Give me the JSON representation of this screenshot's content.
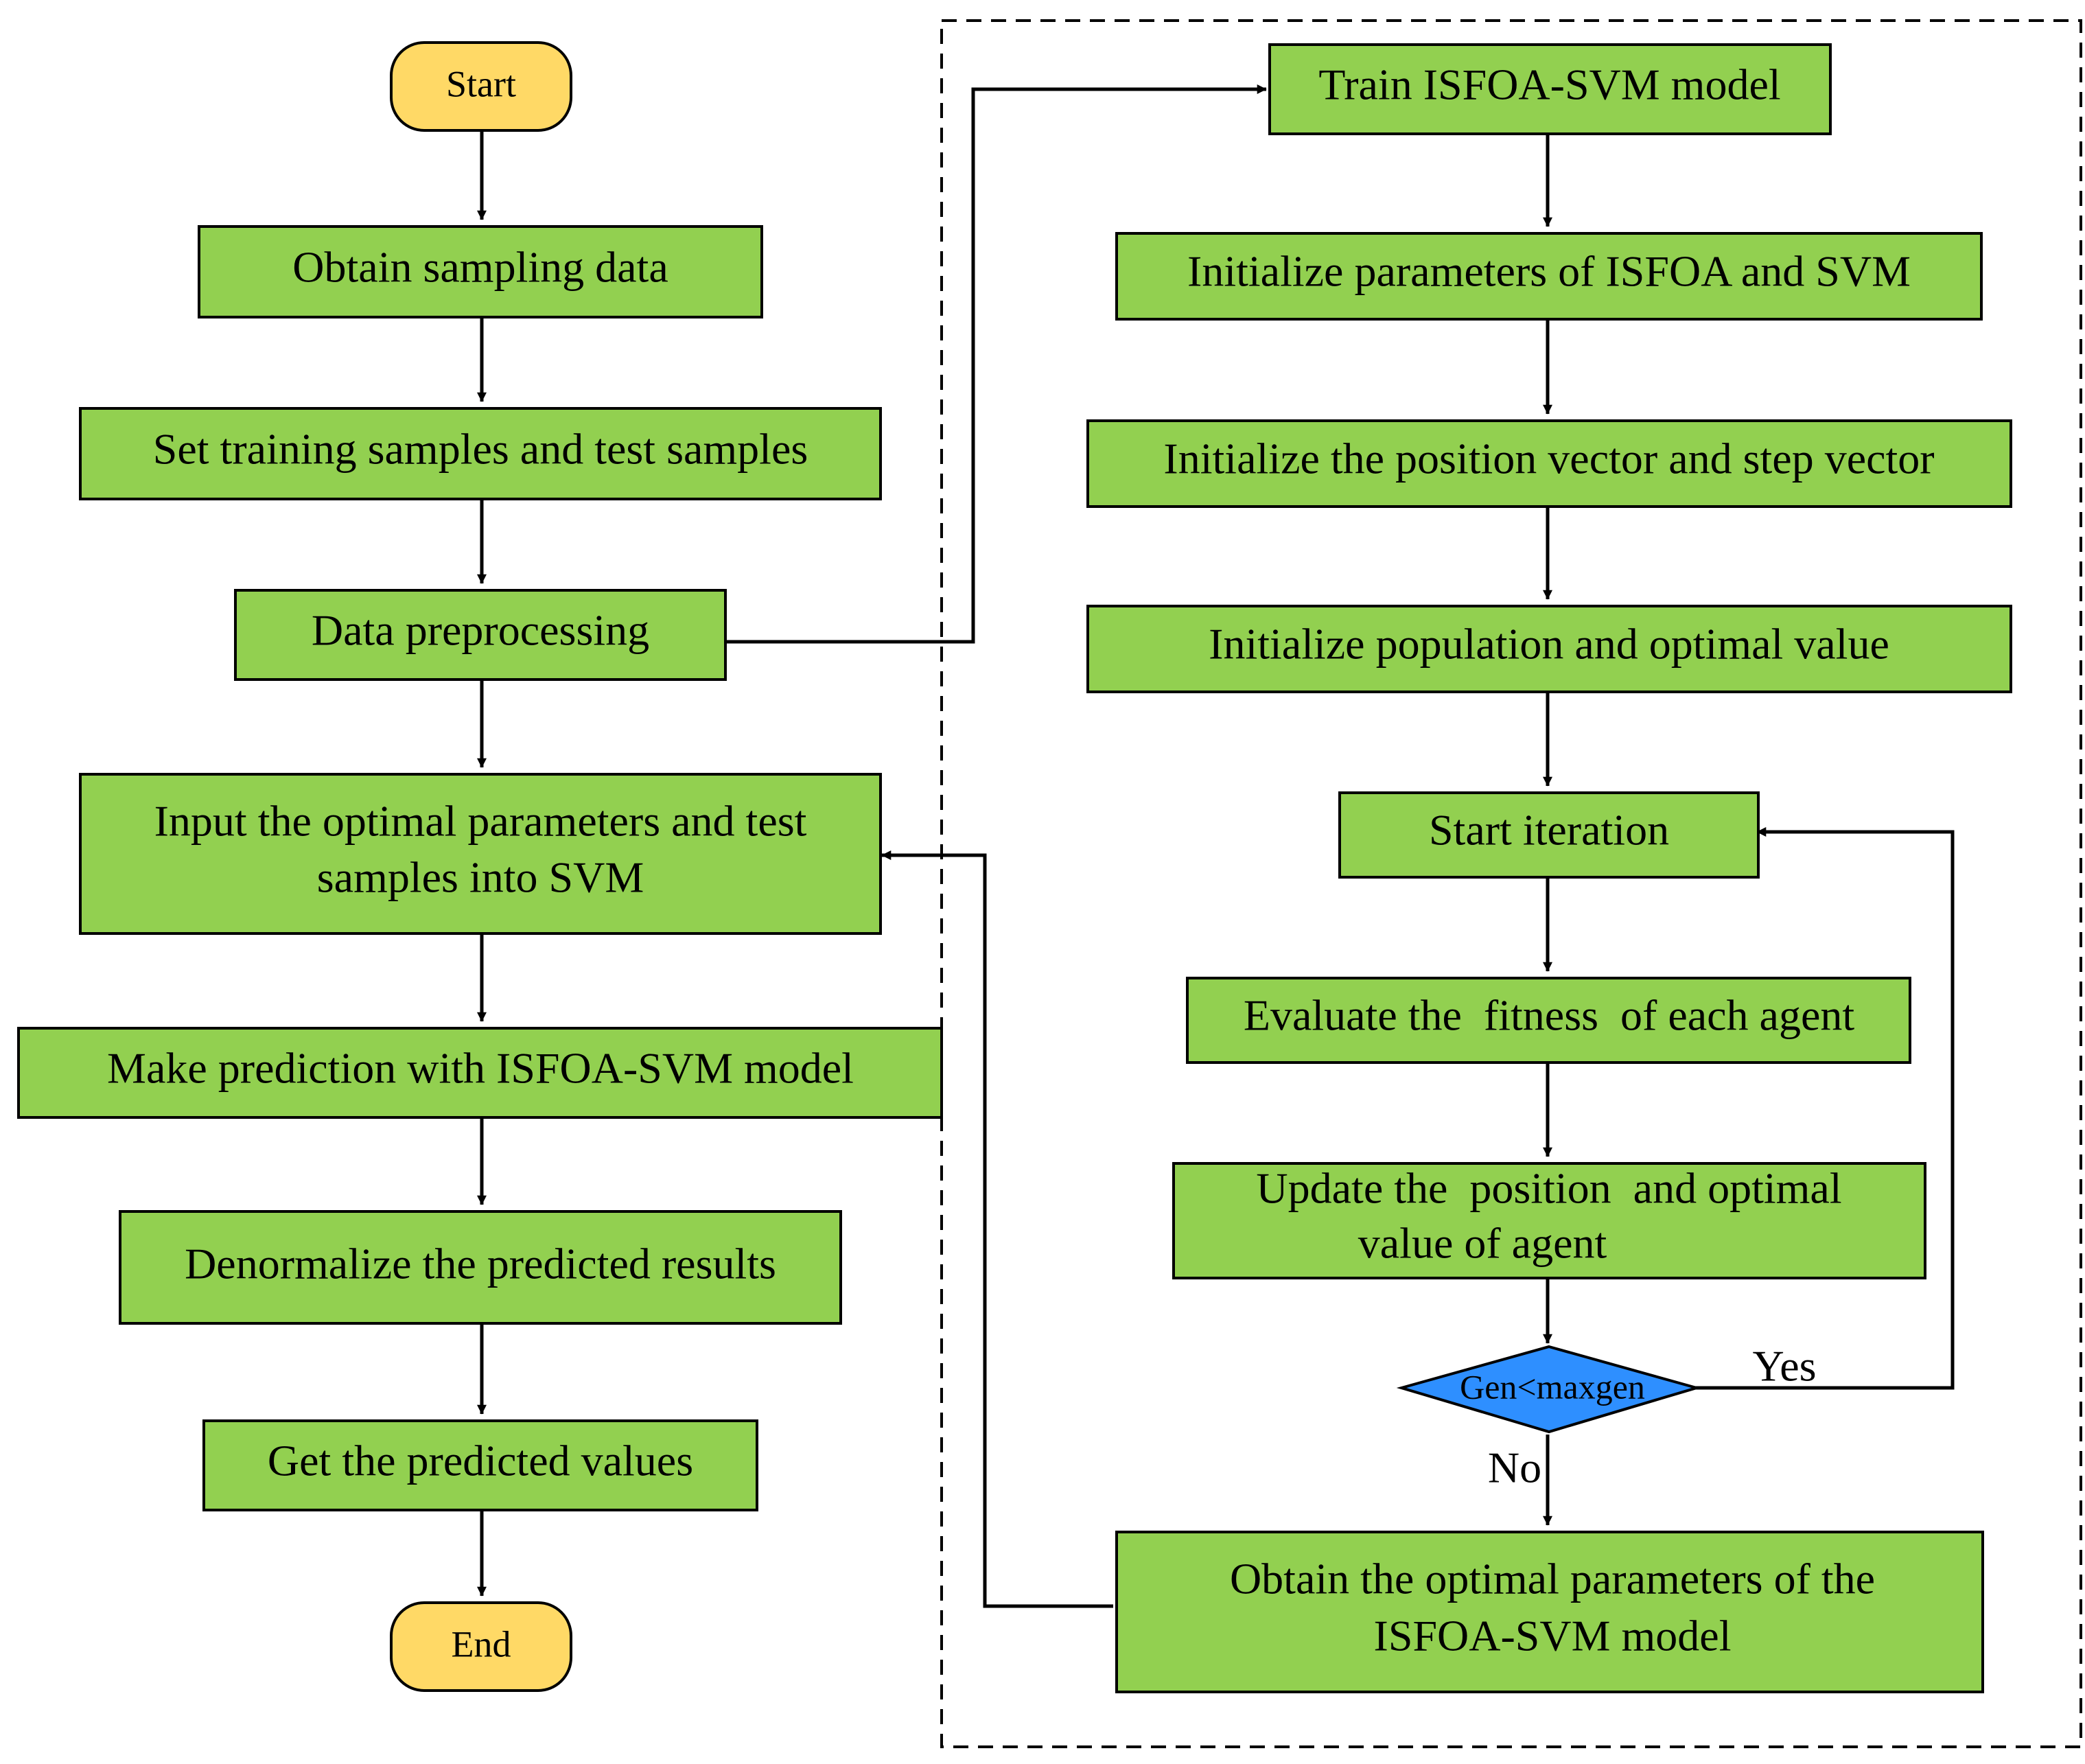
{
  "nodes": {
    "start": "Start",
    "obtain_sampling": "Obtain sampling data",
    "set_samples": "Set training samples and test samples",
    "preprocessing": "Data preprocessing",
    "input_optimal_1": "Input the optimal parameters and test",
    "input_optimal_2": "samples into SVM",
    "make_prediction": "Make prediction with ISFOA-SVM model",
    "denormalize": "Denormalize the predicted results",
    "get_values": "Get the predicted values",
    "end": "End",
    "train_model": "Train ISFOA-SVM model",
    "init_params": "Initialize parameters of ISFOA and SVM",
    "init_vectors": "Initialize the position vector and step vector",
    "init_population": "Initialize population and optimal value",
    "start_iteration": "Start iteration",
    "evaluate_fitness": "Evaluate the  fitness  of each agent",
    "update_position_1": "Update the  position  and optimal",
    "update_position_2": "value of agent",
    "decision": "Gen<maxgen",
    "obtain_optimal_1": "Obtain the optimal parameters of the",
    "obtain_optimal_2": "ISFOA-SVM model"
  },
  "edge_labels": {
    "yes": "Yes",
    "no": "No"
  },
  "colors": {
    "process_fill": "#92d050",
    "terminal_fill": "#ffd966",
    "decision_fill": "#2e8fff",
    "stroke": "#000000"
  }
}
